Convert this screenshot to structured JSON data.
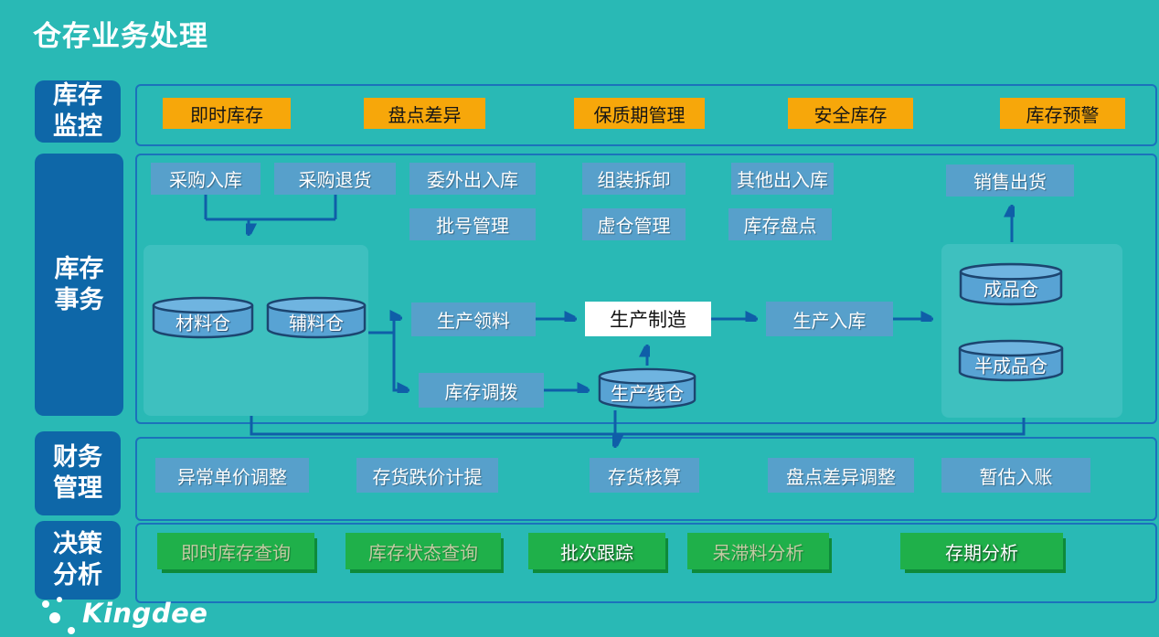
{
  "title": "仓存业务处理",
  "colors": {
    "background": "#29b9b5",
    "sidebar_blue": "#0e67a8",
    "node_blue": "#57a0cb",
    "accent_orange": "#f7a70a",
    "accent_green": "#1fb04a",
    "frame_blue": "#1b72bb",
    "connector_blue": "#0f5ea8",
    "container_teal": "#3ec0bf"
  },
  "sidebar": {
    "monitoring": "库存监控",
    "transactions": "库存事务",
    "finance": "财务管理",
    "decision": "决策分析"
  },
  "monitoring": {
    "items": [
      "即时库存",
      "盘点差异",
      "保质期管理",
      "安全库存",
      "库存预警"
    ]
  },
  "transactions": {
    "purchase_inbound": "采购入库",
    "purchase_return": "采购退货",
    "outsourcing_in_out": "委外出入库",
    "assembly_disassembly": "组装拆卸",
    "other_in_out": "其他出入库",
    "sales_shipment": "销售出货",
    "batch_management": "批号管理",
    "virtual_warehouse": "虚仓管理",
    "stocktaking": "库存盘点",
    "material_warehouse": "材料仓",
    "auxiliary_warehouse": "辅料仓",
    "production_line_warehouse": "生产线仓",
    "finished_goods_warehouse": "成品仓",
    "semi_finished_warehouse": "半成品仓",
    "production_picking": "生产领料",
    "production_manufacturing": "生产制造",
    "production_inbound": "生产入库",
    "inventory_transfer": "库存调拨"
  },
  "finance": {
    "items": [
      "异常单价调整",
      "存货跌价计提",
      "存货核算",
      "盘点差异调整",
      "暂估入账"
    ]
  },
  "decision": {
    "items": [
      "即时库存查询",
      "库存状态查询",
      "批次跟踪",
      "呆滞料分析",
      "存期分析"
    ]
  },
  "logo": "Kingdee"
}
